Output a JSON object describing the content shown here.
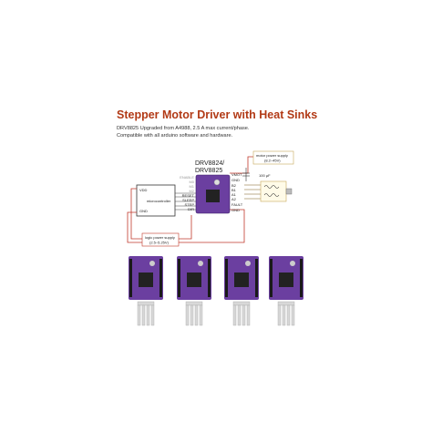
{
  "header": {
    "title": "Stepper Motor Driver with Heat Sinks",
    "line1": "DRV8825 Upgraded from A4988, 2.5 A max current/phase.",
    "line2": "Compatible with all arduino software and hardware."
  },
  "diagram": {
    "chip_label_1": "DRV8824/",
    "chip_label_2": "DRV8825",
    "mcu": {
      "vdd": "VDD",
      "name": "microcontroller",
      "gnd": "GND"
    },
    "left_pins": [
      "ENABLE",
      "M0",
      "M1",
      "M2",
      "RESET",
      "SLEEP",
      "STEP",
      "DIR"
    ],
    "right_pins": [
      "VMOT",
      "GND",
      "B2",
      "B1",
      "A1",
      "A2",
      "FAULT",
      "GND"
    ],
    "motor_supply_1": "motor power supply",
    "motor_supply_2": "(8.2–45V)",
    "capacitor": "100 µF",
    "logic_supply_1": "logic power supply",
    "logic_supply_2": "(2.5–5.25V)"
  },
  "colors": {
    "board": "#6b3fa0",
    "title": "#b23a16",
    "wire_red": "#c0392b",
    "heatsink": "#d8d8d8"
  }
}
